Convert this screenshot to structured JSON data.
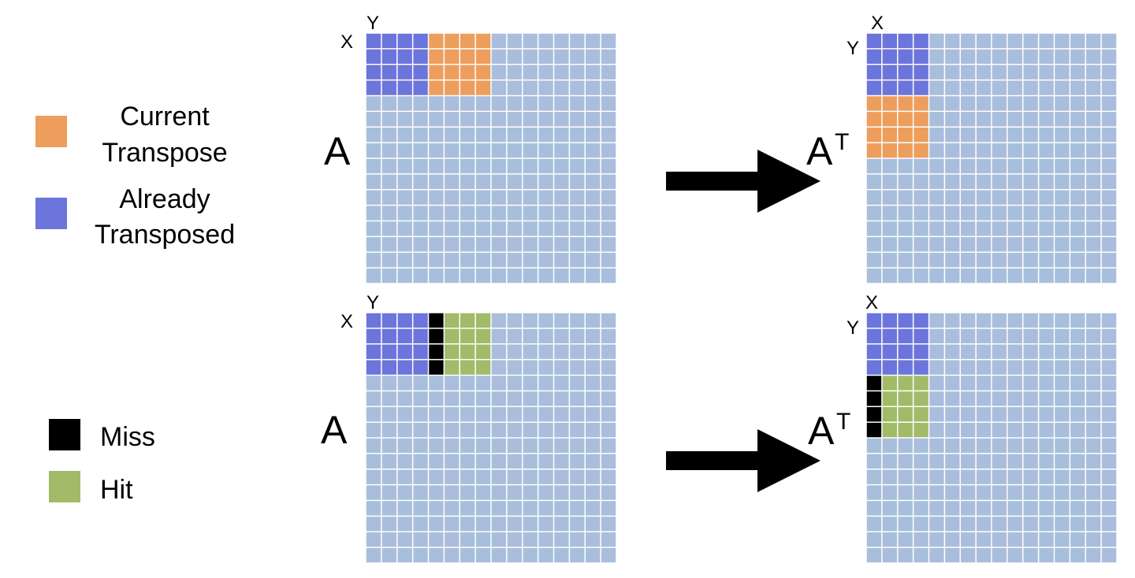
{
  "legend": {
    "top": [
      {
        "label_line1": "Current",
        "label_line2": "Transpose",
        "color": "#EE9E5C"
      },
      {
        "label_line1": "Already",
        "label_line2": "Transposed",
        "color": "#6B75DB"
      }
    ],
    "bottom": [
      {
        "label": "Miss",
        "color": "#000000"
      },
      {
        "label": "Hit",
        "color": "#A1BB68"
      }
    ]
  },
  "panels": {
    "top_source": {
      "name": "A",
      "row_axis": "X",
      "col_axis": "Y"
    },
    "top_target": {
      "name": "A",
      "superscript": "T",
      "row_axis": "Y",
      "col_axis": "X"
    },
    "bottom_source": {
      "name": "A",
      "row_axis": "X",
      "col_axis": "Y"
    },
    "bottom_target": {
      "name": "A",
      "superscript": "T",
      "row_axis": "Y",
      "col_axis": "X"
    }
  },
  "grid": {
    "rows": 16,
    "cols": 16
  },
  "colors": {
    "background_cell": "#A8BEDC",
    "current": "#EE9E5C",
    "done": "#6B75DB",
    "miss": "#000000",
    "hit": "#A1BB68",
    "grid_line": "#ffffff",
    "arrow": "#000000"
  }
}
